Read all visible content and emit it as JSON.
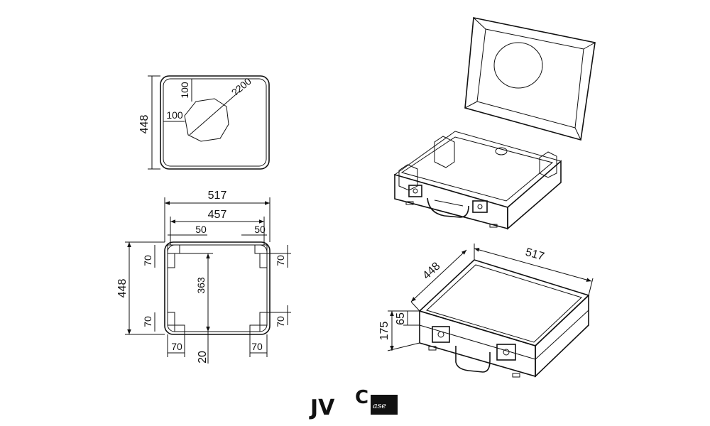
{
  "top_view": {
    "height_448": "448",
    "dim_100_vertical": "100",
    "dim_100_horizontal": "100",
    "dim_diameter_200": "?200"
  },
  "bottom_view": {
    "width_517": "517",
    "width_457": "457",
    "corner_50_left": "50",
    "corner_50_right": "50",
    "height_448": "448",
    "inner_363": "363",
    "left_70_top": "70",
    "left_70_bottom": "70",
    "right_70_top": "70",
    "right_70_bottom": "70",
    "bottom_70_left": "70",
    "bottom_70_right": "70",
    "bottom_20": "20"
  },
  "iso_closed": {
    "length_517": "517",
    "depth_448": "448",
    "height_175": "175",
    "lid_65": "65"
  },
  "logo": {
    "letters": "JV",
    "c_letter": "C",
    "sub": "ase"
  }
}
